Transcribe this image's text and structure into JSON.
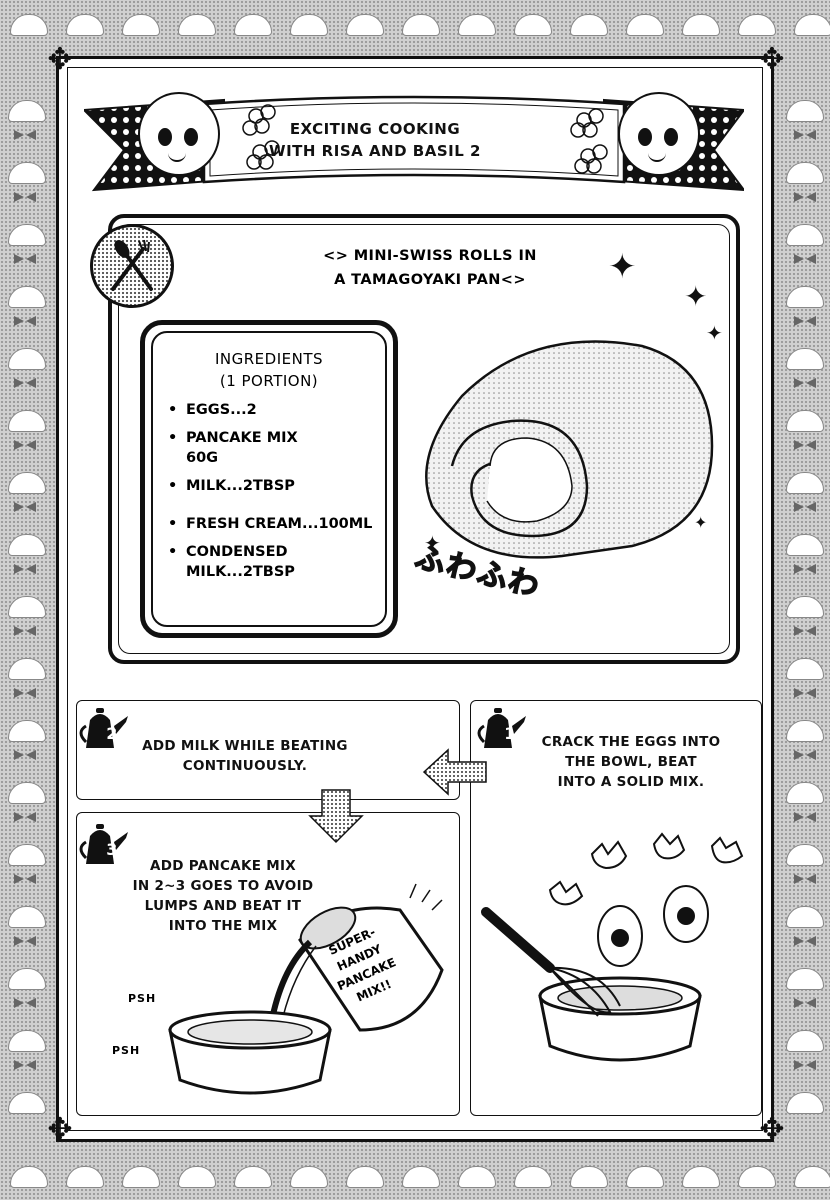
{
  "header": {
    "title_line1": "EXCITING COOKING",
    "title_line2": "WITH RISA AND BASIL 2"
  },
  "recipe": {
    "title_line1": "<> MINI-SWISS ROLLS IN",
    "title_line2": "A TAMAGOYAKI PAN<>",
    "icon": "fork-spoon-icon",
    "sfx": "ふわふわ"
  },
  "ingredients": {
    "heading_line1": "INGREDIENTS",
    "heading_line2": "(1 PORTION)",
    "items": [
      "EGGS...2",
      "PANCAKE MIX 60G",
      "MILK...2TBSP",
      "FRESH CREAM...100ML",
      "CONDENSED MILK...2TBSP"
    ]
  },
  "steps": [
    {
      "number": "1",
      "text_line1": "CRACK THE EGGS INTO",
      "text_line2": "THE BOWL, BEAT",
      "text_line3": "INTO A SOLID MIX.",
      "icon": "kettle-icon"
    },
    {
      "number": "2",
      "text_line1": "ADD MILK WHILE BEATING",
      "text_line2": "CONTINUOUSLY.",
      "icon": "kettle-icon"
    },
    {
      "number": "3",
      "text_line1": "ADD PANCAKE MIX",
      "text_line2": "IN 2~3 GOES TO AVOID",
      "text_line3": "LUMPS AND BEAT IT",
      "text_line4": "INTO THE MIX",
      "icon": "kettle-icon"
    }
  ],
  "sfx": {
    "psh1": "PSH",
    "psh2": "PSH"
  },
  "pancake_pack": {
    "line1": "SUPER-",
    "line2": "HANDY",
    "line3": "PANCAKE",
    "line4": "MIX!!"
  }
}
